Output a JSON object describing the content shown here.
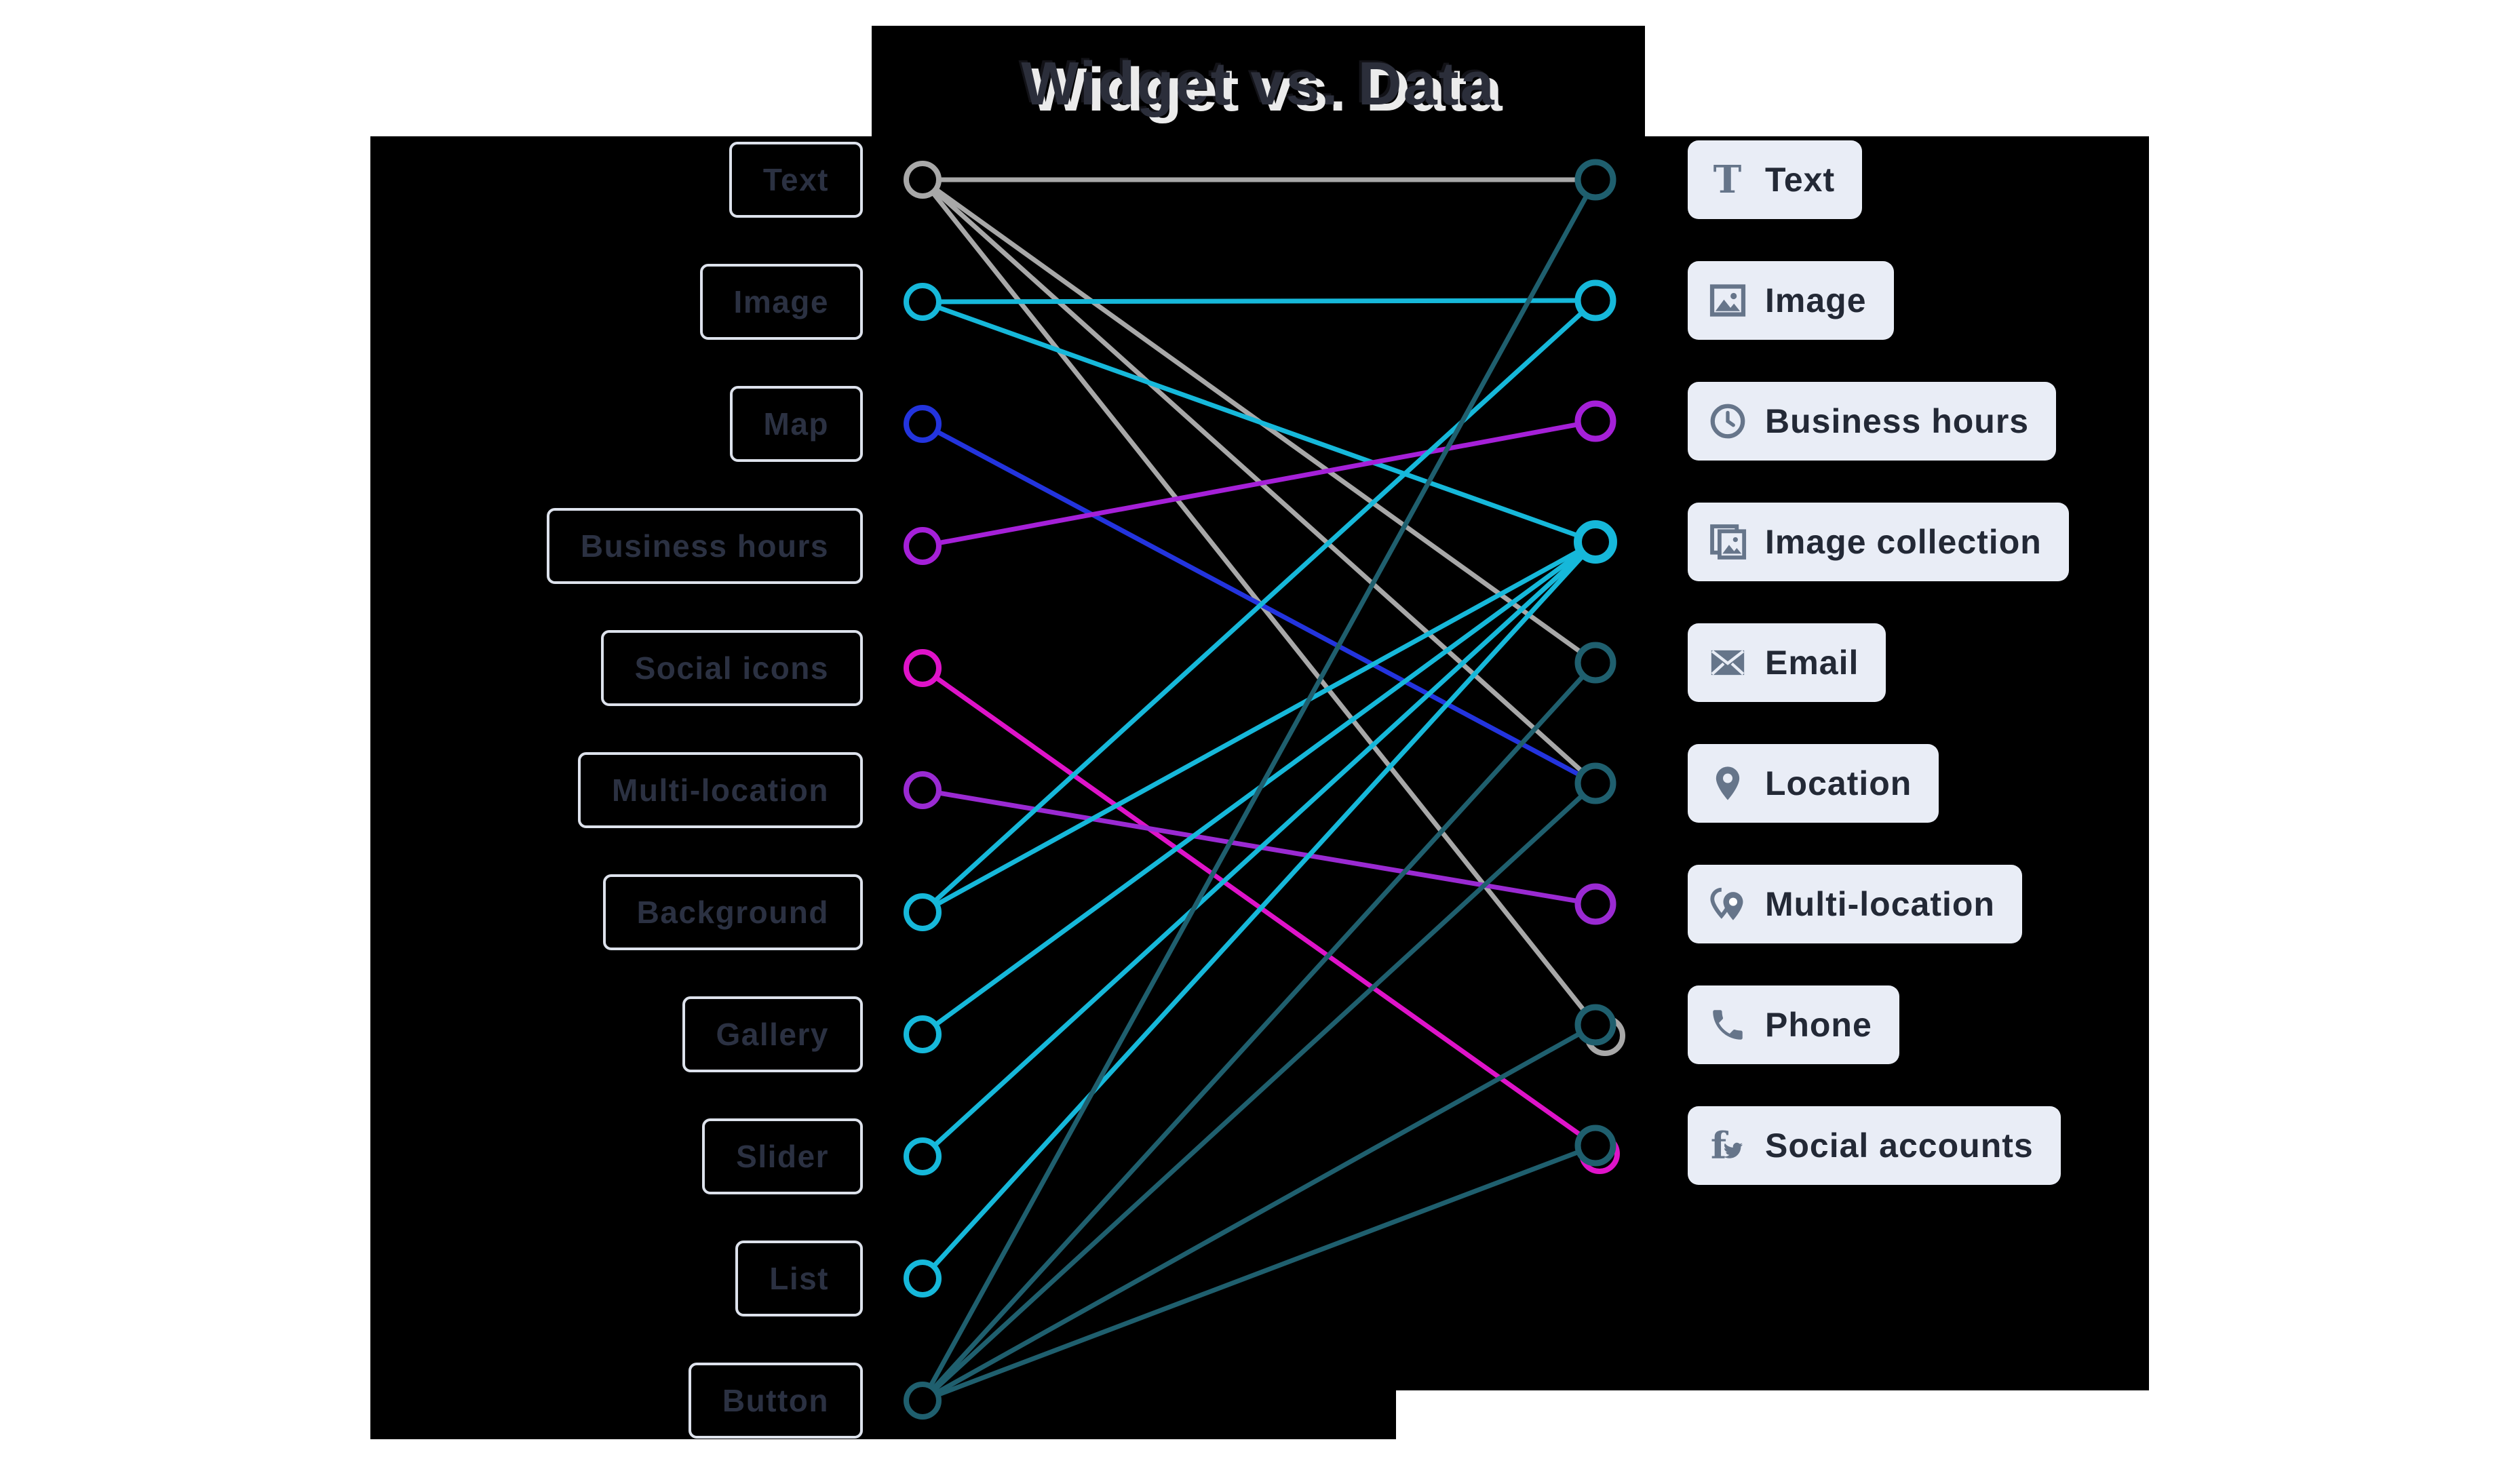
{
  "title": "Widget vs. Data",
  "colors": {
    "page_bg": "#ffffff",
    "canvas_bg": "#000000",
    "left_box_border": "#dde2ec",
    "left_box_text": "#2b3142",
    "right_box_bg": "#e9edf6",
    "right_box_text": "#232936",
    "right_icon": "#66758a",
    "title_text": "#2b2e3a",
    "line_gray": "#a8a8a8",
    "line_cyan": "#16b8da",
    "line_blue": "#2334de",
    "line_purple": "#a520d8",
    "line_violet": "#9a2ad2",
    "line_magenta": "#df13c9",
    "line_teal": "#1f5f6e"
  },
  "left_nodes": [
    {
      "id": "text",
      "label": "Text",
      "color": "line_gray"
    },
    {
      "id": "image",
      "label": "Image",
      "color": "line_cyan"
    },
    {
      "id": "map",
      "label": "Map",
      "color": "line_blue"
    },
    {
      "id": "business-hours",
      "label": "Business hours",
      "color": "line_purple"
    },
    {
      "id": "social-icons",
      "label": "Social icons",
      "color": "line_magenta"
    },
    {
      "id": "multi-location",
      "label": "Multi-location",
      "color": "line_violet"
    },
    {
      "id": "background",
      "label": "Background",
      "color": "line_cyan"
    },
    {
      "id": "gallery",
      "label": "Gallery",
      "color": "line_cyan"
    },
    {
      "id": "slider",
      "label": "Slider",
      "color": "line_cyan"
    },
    {
      "id": "list",
      "label": "List",
      "color": "line_cyan"
    },
    {
      "id": "button",
      "label": "Button",
      "color": "line_teal"
    }
  ],
  "right_nodes": [
    {
      "id": "text",
      "label": "Text",
      "icon": "text-icon",
      "color": "line_teal"
    },
    {
      "id": "image",
      "label": "Image",
      "icon": "image-icon",
      "color": "line_cyan"
    },
    {
      "id": "business-hours",
      "label": "Business hours",
      "icon": "clock-icon",
      "color": "line_purple"
    },
    {
      "id": "image-collection",
      "label": "Image collection",
      "icon": "image-collection-icon",
      "color": "line_cyan"
    },
    {
      "id": "email",
      "label": "Email",
      "icon": "email-icon",
      "color": "line_teal"
    },
    {
      "id": "location",
      "label": "Location",
      "icon": "location-pin-icon",
      "color": "line_teal"
    },
    {
      "id": "multi-location",
      "label": "Multi-location",
      "icon": "multi-location-icon",
      "color": "line_violet"
    },
    {
      "id": "phone",
      "label": "Phone",
      "icon": "phone-icon",
      "color": "line_teal"
    },
    {
      "id": "social-accounts",
      "label": "Social accounts",
      "icon": "social-accounts-icon",
      "color": "line_teal"
    }
  ],
  "edges": [
    {
      "from": "text",
      "to": "text",
      "color": "line_gray"
    },
    {
      "from": "text",
      "to": "email",
      "color": "line_gray"
    },
    {
      "from": "text",
      "to": "location",
      "color": "line_gray"
    },
    {
      "from": "text",
      "to": "phone",
      "color": "line_gray"
    },
    {
      "from": "image",
      "to": "image",
      "color": "line_cyan"
    },
    {
      "from": "image",
      "to": "image-collection",
      "color": "line_cyan"
    },
    {
      "from": "map",
      "to": "location",
      "color": "line_blue"
    },
    {
      "from": "business-hours",
      "to": "business-hours",
      "color": "line_purple"
    },
    {
      "from": "social-icons",
      "to": "social-accounts",
      "color": "line_magenta"
    },
    {
      "from": "multi-location",
      "to": "multi-location",
      "color": "line_violet"
    },
    {
      "from": "background",
      "to": "image",
      "color": "line_cyan"
    },
    {
      "from": "background",
      "to": "image-collection",
      "color": "line_cyan"
    },
    {
      "from": "gallery",
      "to": "image-collection",
      "color": "line_cyan"
    },
    {
      "from": "slider",
      "to": "image-collection",
      "color": "line_cyan"
    },
    {
      "from": "list",
      "to": "image-collection",
      "color": "line_cyan"
    },
    {
      "from": "button",
      "to": "text",
      "color": "line_teal"
    },
    {
      "from": "button",
      "to": "email",
      "color": "line_teal"
    },
    {
      "from": "button",
      "to": "location",
      "color": "line_teal"
    },
    {
      "from": "button",
      "to": "phone",
      "color": "line_teal"
    },
    {
      "from": "button",
      "to": "social-accounts",
      "color": "line_teal"
    }
  ]
}
